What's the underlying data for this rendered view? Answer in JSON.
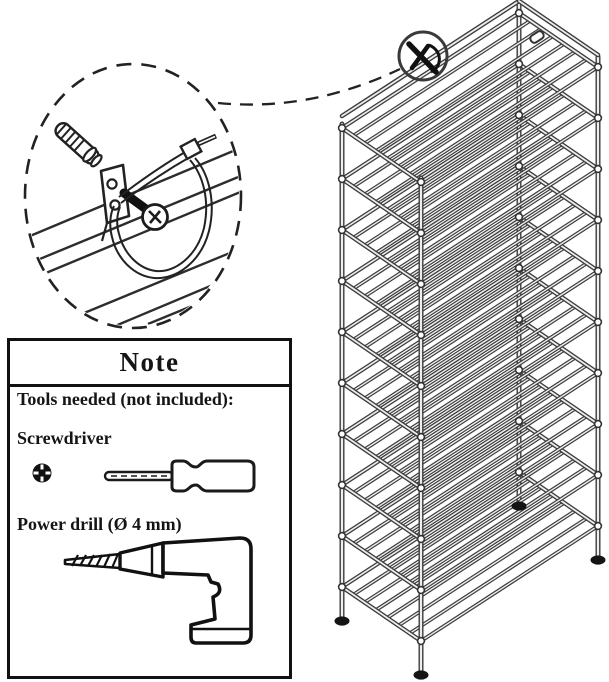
{
  "colors": {
    "ink": "#151515",
    "paper": "#ffffff",
    "line": "#3d3d3d"
  },
  "note_box": {
    "title": "Note",
    "tools_heading": "Tools needed (not included):",
    "tools": [
      {
        "label": "Screwdriver",
        "icons": [
          "phillips-screw-head-icon",
          "screwdriver-icon"
        ]
      },
      {
        "label": "Power drill (Ø 4 mm)",
        "icons": [
          "power-drill-icon"
        ]
      }
    ]
  },
  "diagram": {
    "rack": {
      "tiers": 10,
      "slats_per_shelf": 8,
      "posts": 4,
      "feet": 4
    },
    "callout": {
      "style": "dashed-magnifier-circle",
      "parts": [
        "wall-anchor",
        "mounting-bracket",
        "screw",
        "cable-tie",
        "shelf-rail"
      ],
      "points_to": "top-left-rail-of-rack"
    }
  }
}
